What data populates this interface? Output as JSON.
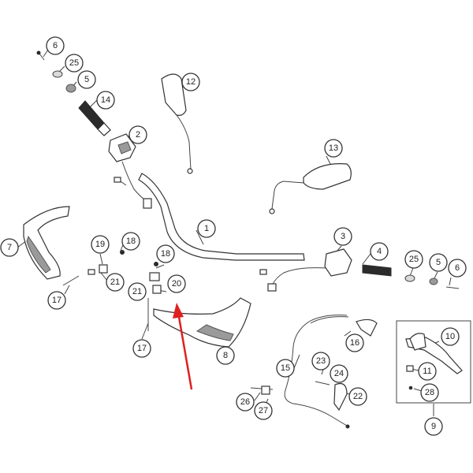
{
  "callouts": [
    {
      "id": "c6a",
      "label": "6"
    },
    {
      "id": "c25a",
      "label": "25"
    },
    {
      "id": "c5a",
      "label": "5"
    },
    {
      "id": "c14",
      "label": "14"
    },
    {
      "id": "c2",
      "label": "2"
    },
    {
      "id": "c12",
      "label": "12"
    },
    {
      "id": "c13",
      "label": "13"
    },
    {
      "id": "c1",
      "label": "1"
    },
    {
      "id": "c7",
      "label": "7"
    },
    {
      "id": "c19",
      "label": "19"
    },
    {
      "id": "c18a",
      "label": "18"
    },
    {
      "id": "c21a",
      "label": "21"
    },
    {
      "id": "c17a",
      "label": "17"
    },
    {
      "id": "c18b",
      "label": "18"
    },
    {
      "id": "c20",
      "label": "20"
    },
    {
      "id": "c21b",
      "label": "21"
    },
    {
      "id": "c17b",
      "label": "17"
    },
    {
      "id": "c8",
      "label": "8"
    },
    {
      "id": "c3",
      "label": "3"
    },
    {
      "id": "c4",
      "label": "4"
    },
    {
      "id": "c25b",
      "label": "25"
    },
    {
      "id": "c5b",
      "label": "5"
    },
    {
      "id": "c6b",
      "label": "6"
    },
    {
      "id": "c16",
      "label": "16"
    },
    {
      "id": "c10",
      "label": "10"
    },
    {
      "id": "c11",
      "label": "11"
    },
    {
      "id": "c28",
      "label": "28"
    },
    {
      "id": "c9",
      "label": "9"
    },
    {
      "id": "c15",
      "label": "15"
    },
    {
      "id": "c23",
      "label": "23"
    },
    {
      "id": "c24",
      "label": "24"
    },
    {
      "id": "c22",
      "label": "22"
    },
    {
      "id": "c26",
      "label": "26"
    },
    {
      "id": "c27",
      "label": "27"
    }
  ],
  "colors": {
    "arrow": "#e02020",
    "outline": "#333333",
    "background": "#ffffff"
  }
}
